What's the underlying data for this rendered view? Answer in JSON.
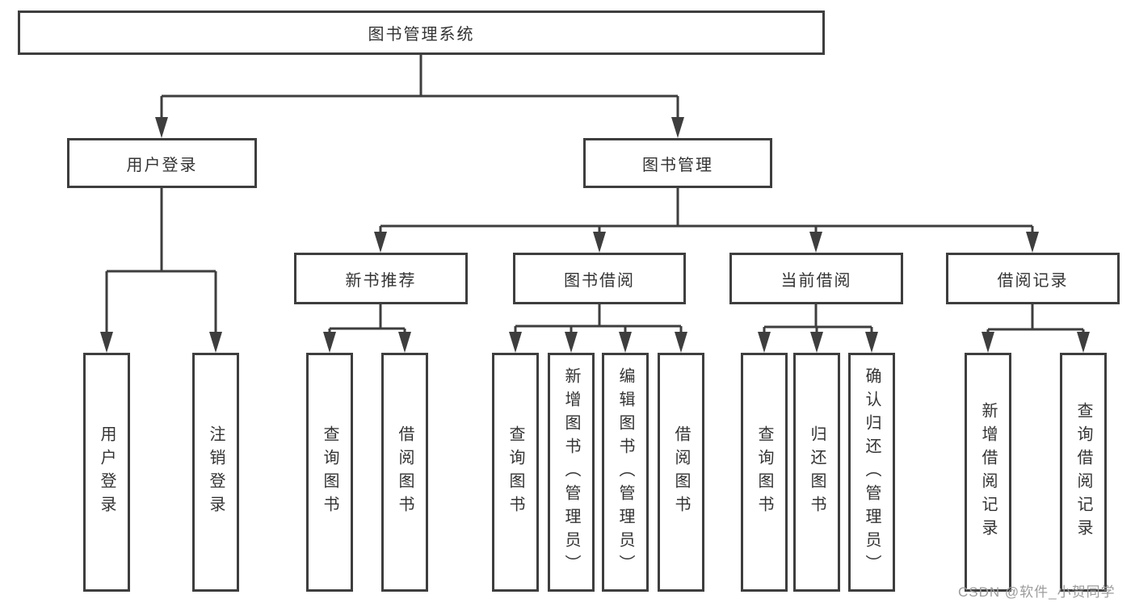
{
  "tree": {
    "root": {
      "label": "图书管理系统"
    },
    "children": [
      {
        "label": "用户登录",
        "children": [
          {
            "label": "用户登录"
          },
          {
            "label": "注销登录"
          }
        ]
      },
      {
        "label": "图书管理",
        "children": [
          {
            "label": "新书推荐",
            "children": [
              {
                "label": "查询图书"
              },
              {
                "label": "借阅图书"
              }
            ]
          },
          {
            "label": "图书借阅",
            "children": [
              {
                "label": "查询图书"
              },
              {
                "label": "新增图书（管理员）"
              },
              {
                "label": "编辑图书（管理员）"
              },
              {
                "label": "借阅图书"
              }
            ]
          },
          {
            "label": "当前借阅",
            "children": [
              {
                "label": "查询图书"
              },
              {
                "label": "归还图书"
              },
              {
                "label": "确认归还（管理员）"
              }
            ]
          },
          {
            "label": "借阅记录",
            "children": [
              {
                "label": "新增借阅记录"
              },
              {
                "label": "查询借阅记录"
              }
            ]
          }
        ]
      }
    ]
  },
  "watermark": {
    "text": "CSDN @软件_小贺同学"
  },
  "colors": {
    "line": "#3e3e3e",
    "box_border": "#3e3e3e",
    "box_background": "#ffffff",
    "text": "#333333",
    "watermark_text": "#9c9c9c",
    "page_background": "#ffffff"
  }
}
